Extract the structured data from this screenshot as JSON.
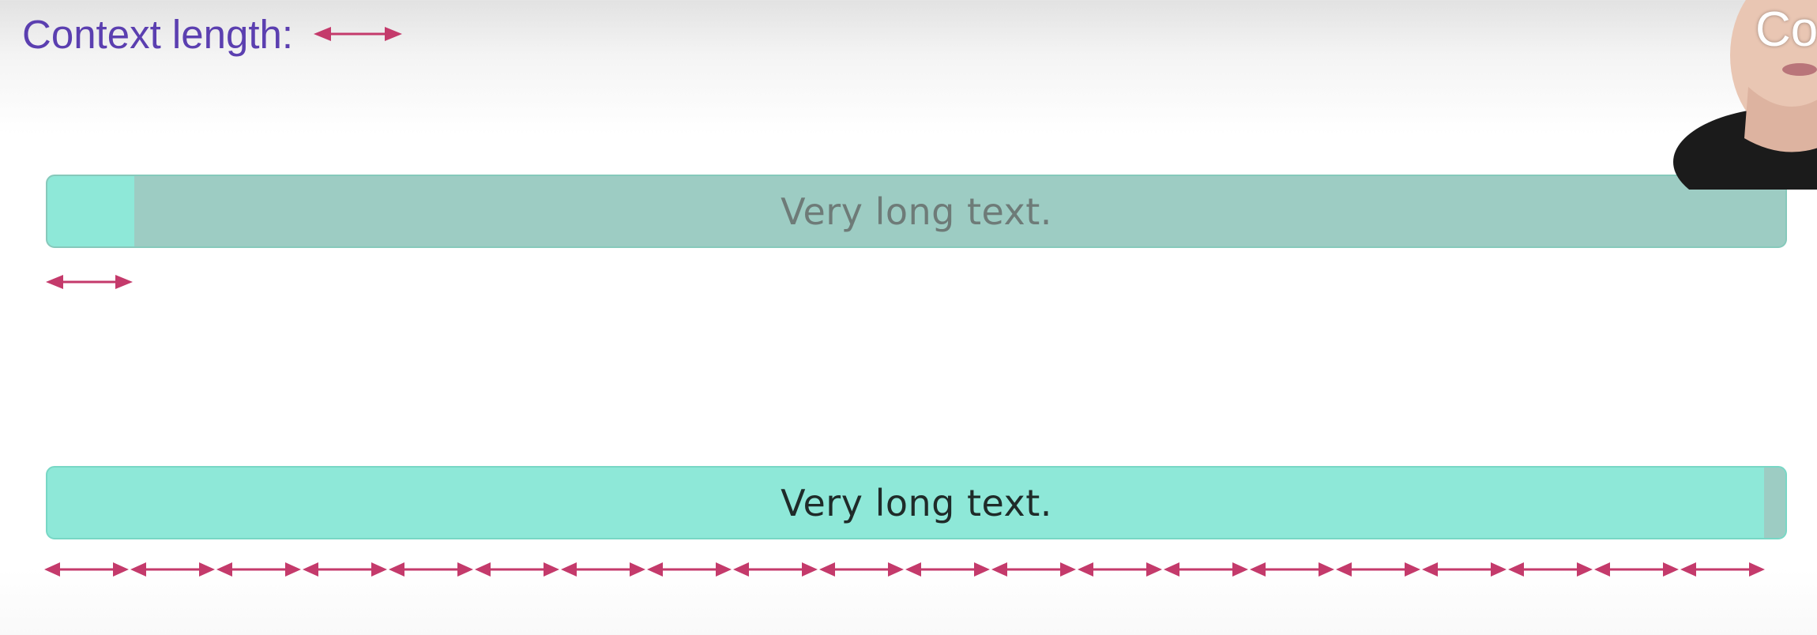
{
  "heading": {
    "label": "Context length:",
    "arrow_icon": "double-headed-arrow-icon"
  },
  "bars": [
    {
      "text": "Very long text.",
      "state": "single-context-window"
    },
    {
      "text": "Very long text.",
      "state": "sliding-context-windows"
    }
  ],
  "arrow_row": {
    "icon": "double-headed-arrow-icon",
    "count": 20
  },
  "corner_label": "Co",
  "colors": {
    "heading": "#5b3fb0",
    "arrow": "#c43a6b",
    "window_fill": "#8ee8d8",
    "remaining_fill": "#9dccc3"
  }
}
